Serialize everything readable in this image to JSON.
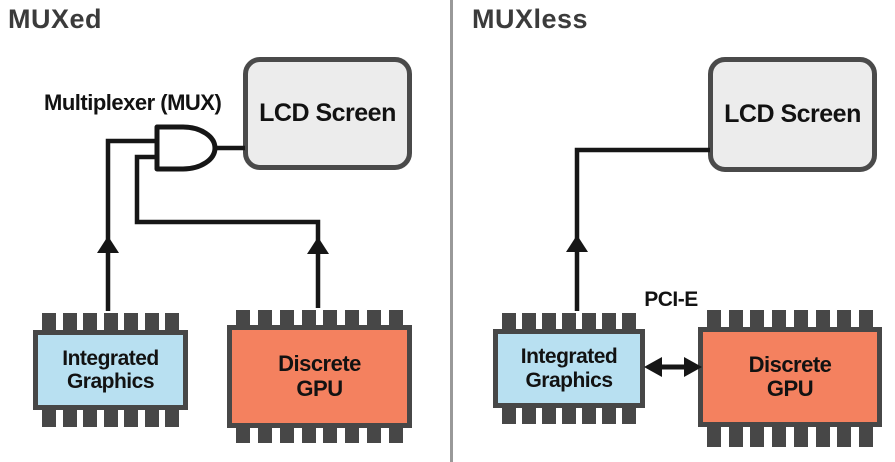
{
  "colors": {
    "integrated_chip_fill": "#b8e0f1",
    "discrete_chip_fill": "#f4815f",
    "chip_outline": "#474747",
    "lcd_fill": "#ececec",
    "lcd_outline": "#4a4a4a",
    "wire": "#161616",
    "divider": "#999999",
    "title_text": "#3b3b3b",
    "label_text": "#121212"
  },
  "left_panel": {
    "title": "MUXed",
    "mux_label": "Multiplexer (MUX)",
    "lcd": {
      "label": "LCD Screen"
    },
    "integrated_chip": {
      "line1": "Integrated",
      "line2": "Graphics"
    },
    "discrete_chip": {
      "line1": "Discrete",
      "line2": "GPU"
    }
  },
  "right_panel": {
    "title": "MUXless",
    "bus_label": "PCI-E",
    "lcd": {
      "label": "LCD Screen"
    },
    "integrated_chip": {
      "line1": "Integrated",
      "line2": "Graphics"
    },
    "discrete_chip": {
      "line1": "Discrete",
      "line2": "GPU"
    }
  }
}
